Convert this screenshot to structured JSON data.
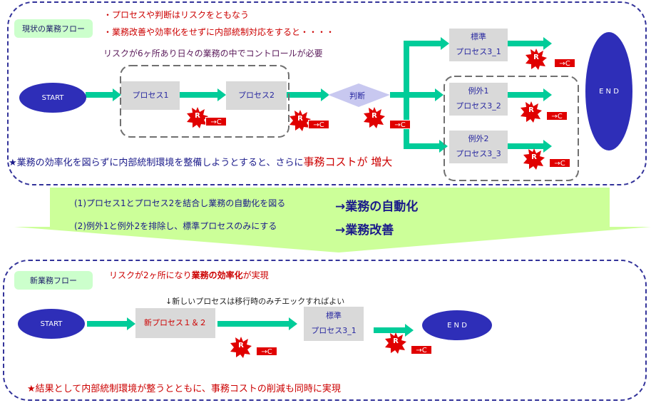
{
  "colors": {
    "panel_border": "#33339a",
    "arrow": "#00cc99",
    "ellipse": "#2e2eb8",
    "tag_bg": "#ccffcc",
    "process_bg": "#d9d9d9",
    "decision": "#c8c8f0",
    "risk_red": "#e00000",
    "banner": "#ccff99"
  },
  "current": {
    "tag": "現状の業務フロー",
    "note1": "・プロセスや判断はリスクをともなう",
    "note2": "・業務改善や効率化をせずに内部統制対応をすると・・・・",
    "risk_note": "リスクが6ヶ所あり日々の業務の中でコントロールが必要",
    "start": "START",
    "end": "E N D",
    "process1": "プロセス1",
    "process2": "プロセス2",
    "decision": "判断",
    "std_title": "標準",
    "std_name": "プロセス3_1",
    "ex1_title": "例外1",
    "ex1_name": "プロセス3_2",
    "ex2_title": "例外2",
    "ex2_name": "プロセス3_3",
    "conclusion_a": "★業務の効率化を図らずに内部統制環境を整備しようとすると、さらに",
    "conclusion_b": "事務コストが 増大"
  },
  "risk": {
    "r": "R",
    "c": "→C"
  },
  "banner": {
    "line1": "(1)プロセス1とプロセス2を結合し業務の自動化を図る",
    "result1": "→業務の自動化",
    "line2": "(2)例外1と例外2を排除し、標準プロセスのみにする",
    "result2": "→業務改善"
  },
  "new": {
    "tag": "新業務フロー",
    "risk_note_a": "リスクが2ヶ所になり",
    "risk_note_b": "業務の効率化",
    "risk_note_c": "が実現",
    "check_note": "↓新しいプロセスは移行時のみチエックすればよい",
    "start": "START",
    "process": "新プロセス１＆２",
    "std_title": "標準",
    "std_name": "プロセス3_1",
    "end": "E N D",
    "conclusion": "★結果として内部統制環境が整うとともに、事務コストの削減も同時に実現"
  }
}
